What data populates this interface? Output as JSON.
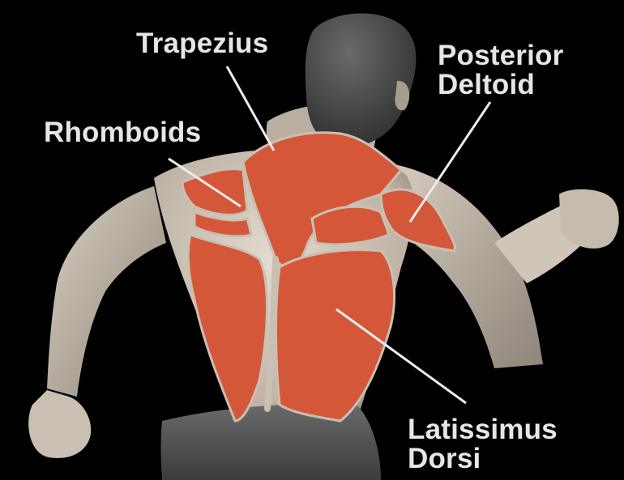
{
  "colors": {
    "background": "#000000",
    "muscle": "#d4573a",
    "skin": "#d9d0c4",
    "hair": "#4a4a4a",
    "pants": "#5a5a5a",
    "label_text": "#e6e6e6",
    "leader_line": "#ececec"
  },
  "labels": {
    "trapezius": "Trapezius",
    "rhomboids": "Rhomboids",
    "posterior_deltoid": [
      "Posterior",
      "Deltoid"
    ],
    "latissimus_dorsi": [
      "Latissimus",
      "Dorsi"
    ]
  }
}
